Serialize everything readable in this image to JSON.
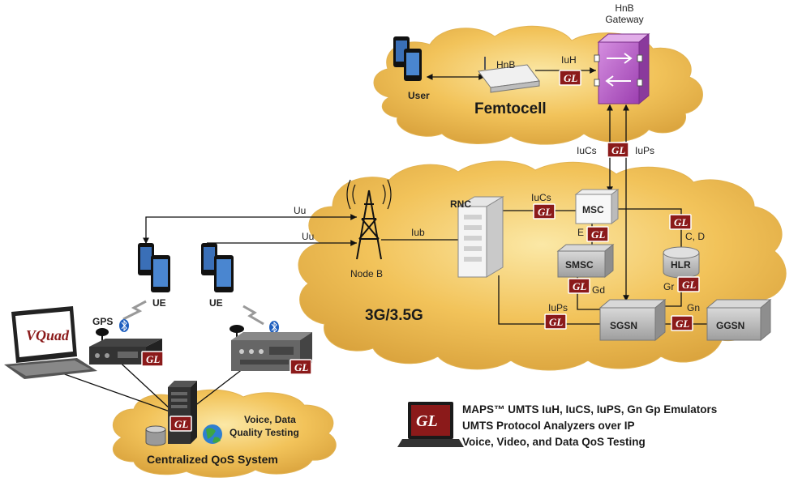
{
  "clouds": {
    "femtocell": "Femtocell",
    "core": "3G/3.5G",
    "qos_system": "Centralized QoS System"
  },
  "nodes": {
    "hnb_gateway_line1": "HnB",
    "hnb_gateway_line2": "Gateway",
    "hnb": "HnB",
    "user": "User",
    "rnc": "RNC",
    "msc": "MSC",
    "smsc": "SMSC",
    "hlr": "HLR",
    "sgsn": "SGSN",
    "ggsn": "GGSN",
    "node_b": "Node B",
    "ue_left": "UE",
    "ue_right": "UE",
    "gps": "GPS",
    "vquad_logo": "VQuad"
  },
  "interfaces": {
    "iuh": "IuH",
    "iucs_femto": "IuCs",
    "iups_femto": "IuPs",
    "iucs_core": "IuCs",
    "iub": "Iub",
    "uu_top": "Uu",
    "uu_bottom": "Uu",
    "e": "E",
    "cd": "C, D",
    "gd": "Gd",
    "gr": "Gr",
    "iups_core": "IuPs",
    "gn": "Gn"
  },
  "gl_badge": "GL",
  "qos_caption_line1": "Voice, Data",
  "qos_caption_line2": "Quality Testing",
  "legend": {
    "line1": "MAPS™  UMTS IuH, IuCS, IuPS, Gn Gp Emulators",
    "line2": "UMTS Protocol Analyzers over IP",
    "line3": "Voice, Video, and Data QoS Testing"
  },
  "colors": {
    "cloud": "#f2c35a",
    "cloud_edge": "#d9a23c",
    "gl_badge": "#8b1a1a",
    "gateway": "#b85fc2",
    "server_grey": "#b7b7b7"
  }
}
